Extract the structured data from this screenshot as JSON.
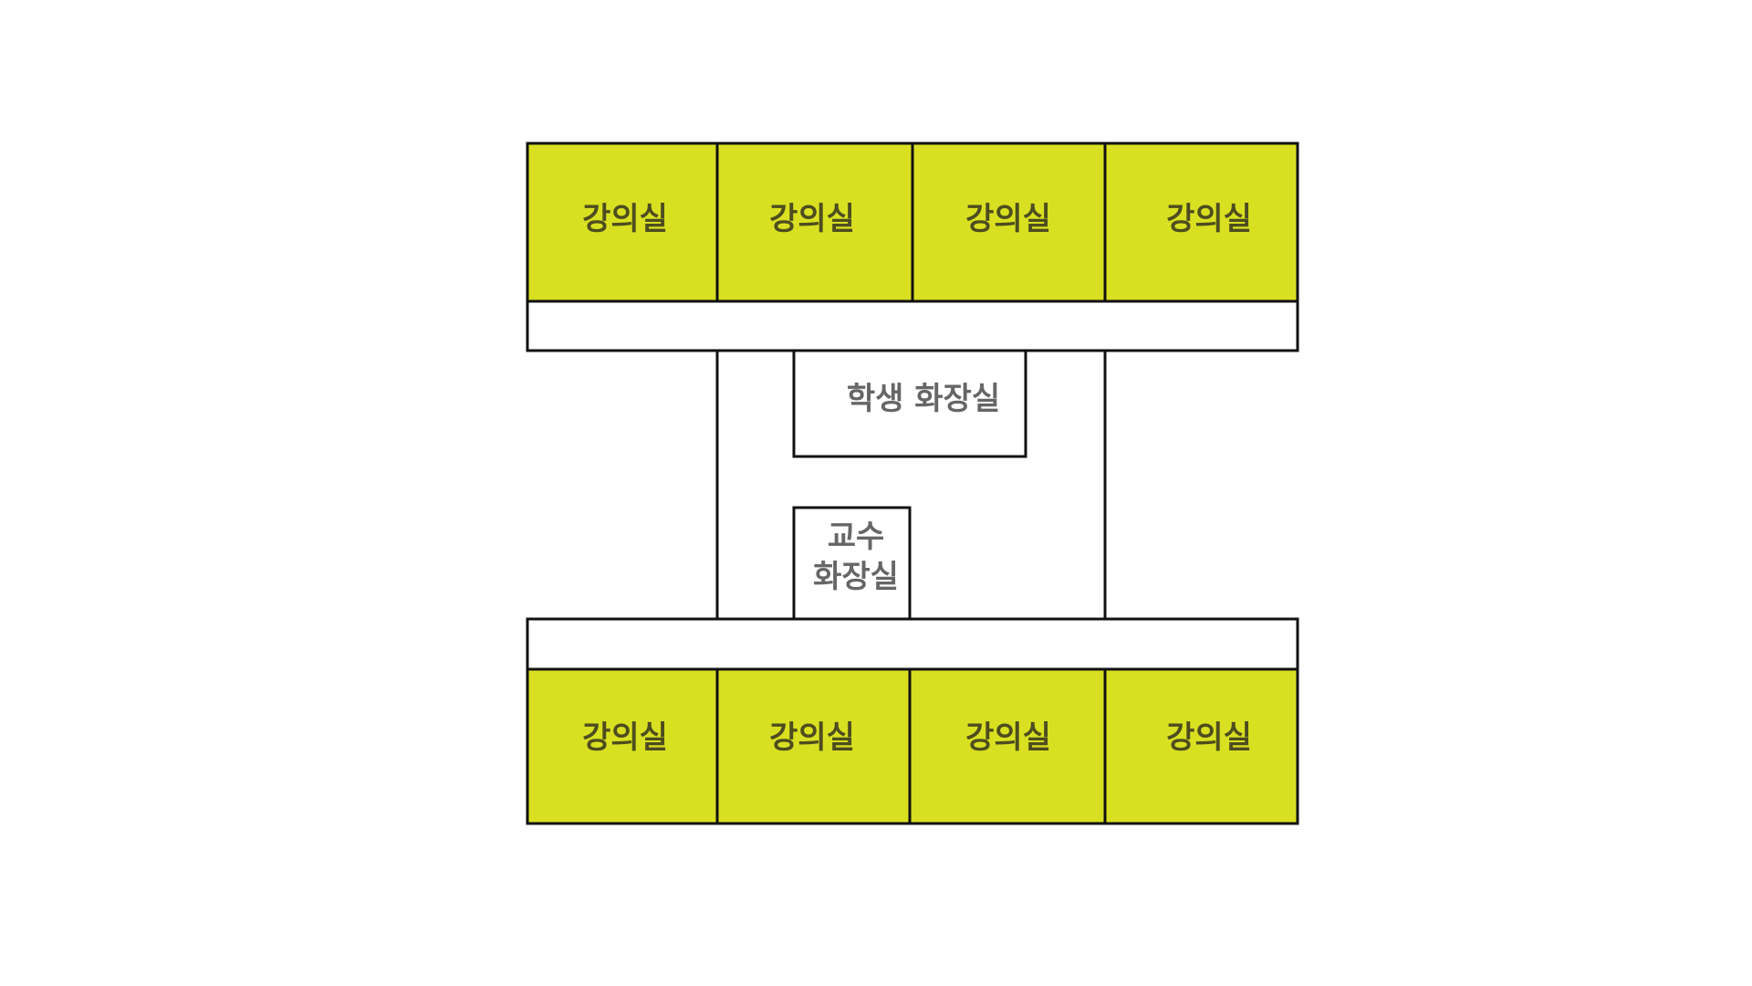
{
  "colors": {
    "lecture_fill": "#d9e021",
    "lecture_text": "#4d4d1f",
    "corridor_fill": "#ffffff",
    "restroom_text": "#666666",
    "outline": "#111111"
  },
  "top_row": {
    "rooms": [
      {
        "label": "강의실"
      },
      {
        "label": "강의실"
      },
      {
        "label": "강의실"
      },
      {
        "label": "강의실"
      }
    ]
  },
  "bottom_row": {
    "rooms": [
      {
        "label": "강의실"
      },
      {
        "label": "강의실"
      },
      {
        "label": "강의실"
      },
      {
        "label": "강의실"
      }
    ]
  },
  "student_restroom": {
    "label": "학생 화장실"
  },
  "faculty_restroom": {
    "label_line1": "교수",
    "label_line2": "화장실"
  }
}
